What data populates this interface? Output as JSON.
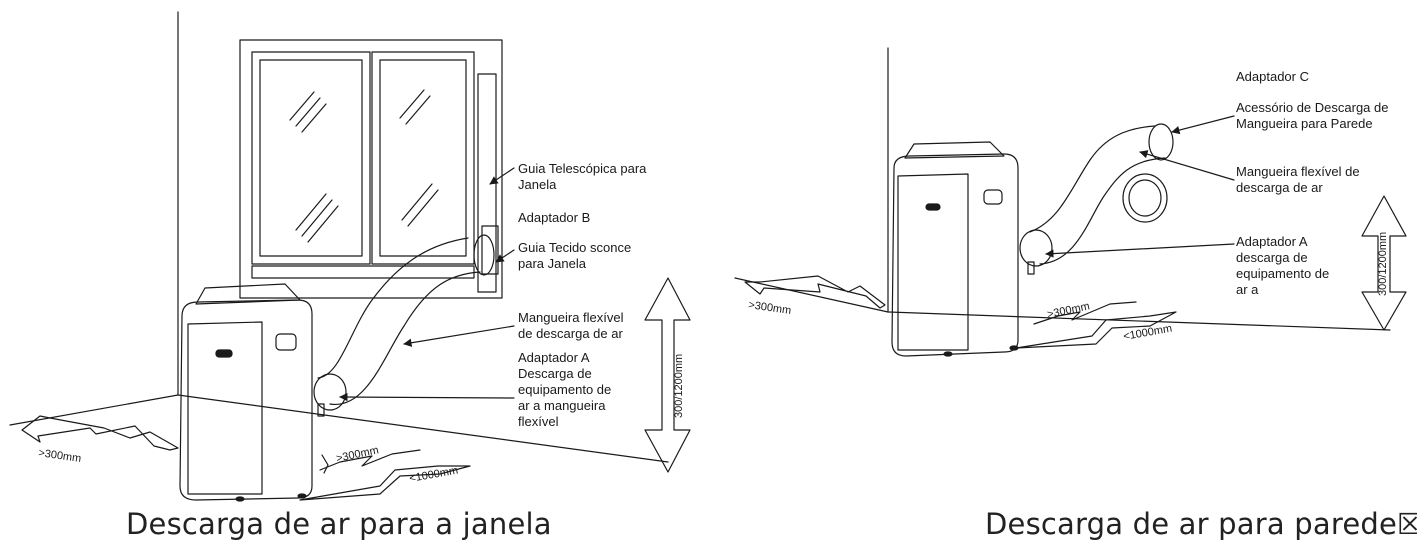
{
  "left_panel": {
    "caption": "Descarga de ar para a janela",
    "labels": {
      "guia_telescopica": "Guia Telescópica para\nJanela",
      "adaptador_b": "Adaptador B",
      "guia_tecido": "Guia Tecido sconce\npara Janela",
      "mangueira": "Mangueira flexível\nde descarga de ar",
      "adaptador_a": "Adaptador A\nDescarga de\nequipamento de\nar a mangueira\nflexível"
    },
    "dims": {
      "height": "300/1200mm",
      "side_left": ">300mm",
      "side_right": ">300mm",
      "front": "<1000mm"
    }
  },
  "right_panel": {
    "caption": "Descarga de ar para parede☒",
    "labels": {
      "adaptador_c": "Adaptador C",
      "acessorio": "Acessório de Descarga de\nMangueira para Parede",
      "mangueira": "Mangueira flexível de\ndescarga de ar",
      "adaptador_a": "Adaptador A\ndescarga de\nequipamento de\nar a"
    },
    "dims": {
      "height": "300/1200mm",
      "side_left": ">300mm",
      "side_right": ">300mm",
      "front": "<1000mm"
    }
  }
}
